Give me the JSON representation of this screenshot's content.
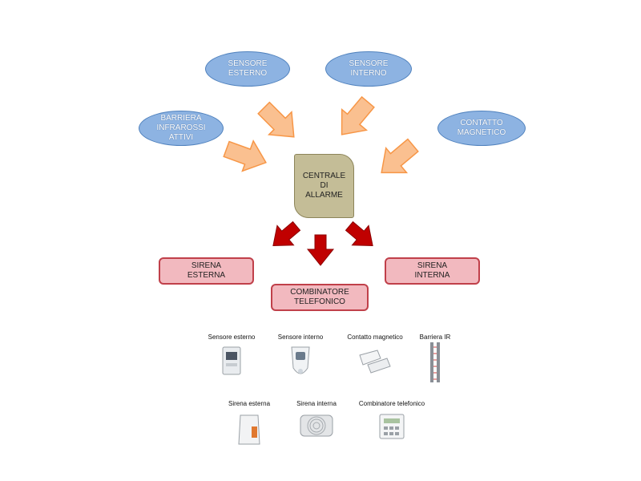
{
  "inputs": {
    "sensore_esterno": [
      "SENSORE",
      "ESTERNO"
    ],
    "sensore_interno": [
      "SENSORE",
      "INTERNO"
    ],
    "barriera": [
      "BARRIERA",
      "INFRAROSSI",
      "ATTIVI"
    ],
    "contatto": [
      "CONTATTO",
      "MAGNETICO"
    ]
  },
  "central": [
    "CENTRALE",
    "DI",
    "ALLARME"
  ],
  "outputs": {
    "sirena_esterna": [
      "SIRENA",
      "ESTERNA"
    ],
    "sirena_interna": [
      "SIRENA",
      "INTERNA"
    ],
    "combinatore": [
      "COMBINATORE",
      "TELEFONICO"
    ]
  },
  "devices": {
    "sensore_esterno": "Sensore esterno",
    "sensore_interno": "Sensore interno",
    "contatto_magnetico": "Contatto magnetico",
    "barriera_ir": "Barriera IR",
    "sirena_esterna": "Sirena esterna",
    "sirena_interna": "Sirena interna",
    "combinatore_telefonico": "Combinatore telefonico"
  },
  "colors": {
    "input_fill": "#8db3e2",
    "central_fill": "#c4bd97",
    "output_fill": "#f2b9bf",
    "input_arrow": "#fac090",
    "output_arrow": "#c00000"
  }
}
